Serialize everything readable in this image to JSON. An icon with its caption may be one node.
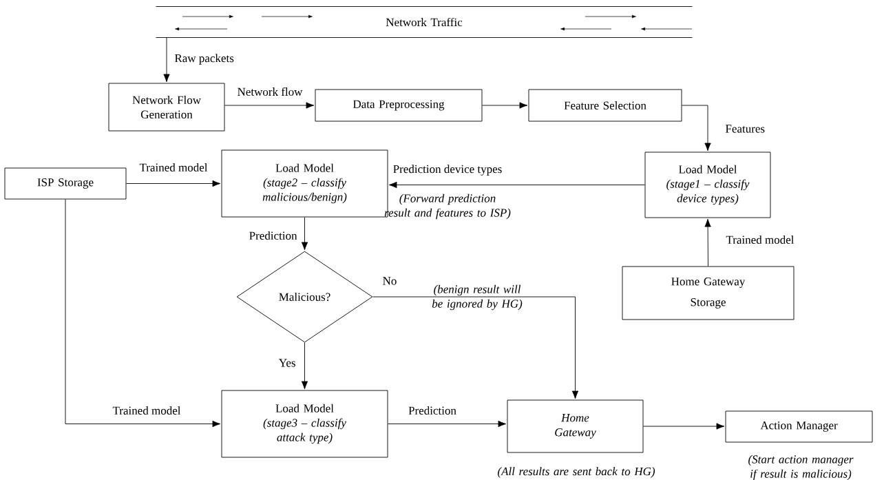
{
  "diagram": {
    "nodes": [
      {
        "text": [
          "Network Traffic"
        ]
      },
      {
        "text": [
          "Network Flow Generation"
        ]
      },
      {
        "text": [
          "Data Preprocessing"
        ]
      },
      {
        "text": [
          "Feature Selection"
        ]
      },
      {
        "text": [
          "Load Model",
          "(stage1 – classify device types)"
        ]
      },
      {
        "text": [
          "ISP Storage"
        ]
      },
      {
        "text": [
          "Load Model",
          "(stage2 – classify malicious/benign)"
        ]
      },
      {
        "text": [
          "Home Gateway Storage"
        ]
      },
      {
        "text": [
          "Malicious?"
        ]
      },
      {
        "text": [
          "Load Model",
          "(stage3 – classify attack type)"
        ]
      },
      {
        "text": [
          "Home Gateway"
        ],
        "beside": [
          "(All results are sent back to HG)"
        ]
      },
      {
        "text": [
          "Action Manager"
        ],
        "beside": [
          "(Start action manager if result is malicious)"
        ]
      }
    ],
    "edges": [
      {
        "from": 0,
        "to": 1,
        "arrow": "to",
        "label": "Raw packets"
      },
      {
        "from": 1,
        "to": 2,
        "arrow": "to",
        "label": "Network flow"
      },
      {
        "from": 2,
        "to": 3,
        "arrow": "to"
      },
      {
        "from": 3,
        "to": 4,
        "arrow": "to",
        "label": "Features"
      },
      {
        "from": 4,
        "to": 6,
        "arrow": "to",
        "label": "Prediction device types"
      },
      {
        "from": 5,
        "to": 6,
        "arrow": "to",
        "label": "Trained model"
      },
      {
        "from": 7,
        "to": 4,
        "arrow": "to",
        "label": "Trained model"
      },
      {
        "from": 6,
        "to": 8,
        "arrow": "to",
        "label": "Prediction"
      },
      {
        "from": 8,
        "to": 10,
        "arrow": "to",
        "label": "No"
      },
      {
        "from": 8,
        "to": 9,
        "arrow": "to",
        "label": "Yes"
      },
      {
        "from": 5,
        "to": 9,
        "arrow": "to",
        "label": "Trained model"
      },
      {
        "from": 9,
        "to": 10,
        "arrow": "to",
        "label": "Prediction"
      },
      {
        "from": 10,
        "to": 11,
        "arrow": "to"
      }
    ],
    "labels": [
      "(Forward prediction result and features to ISP)",
      "(benign result will be ignored by HG)"
    ]
  }
}
